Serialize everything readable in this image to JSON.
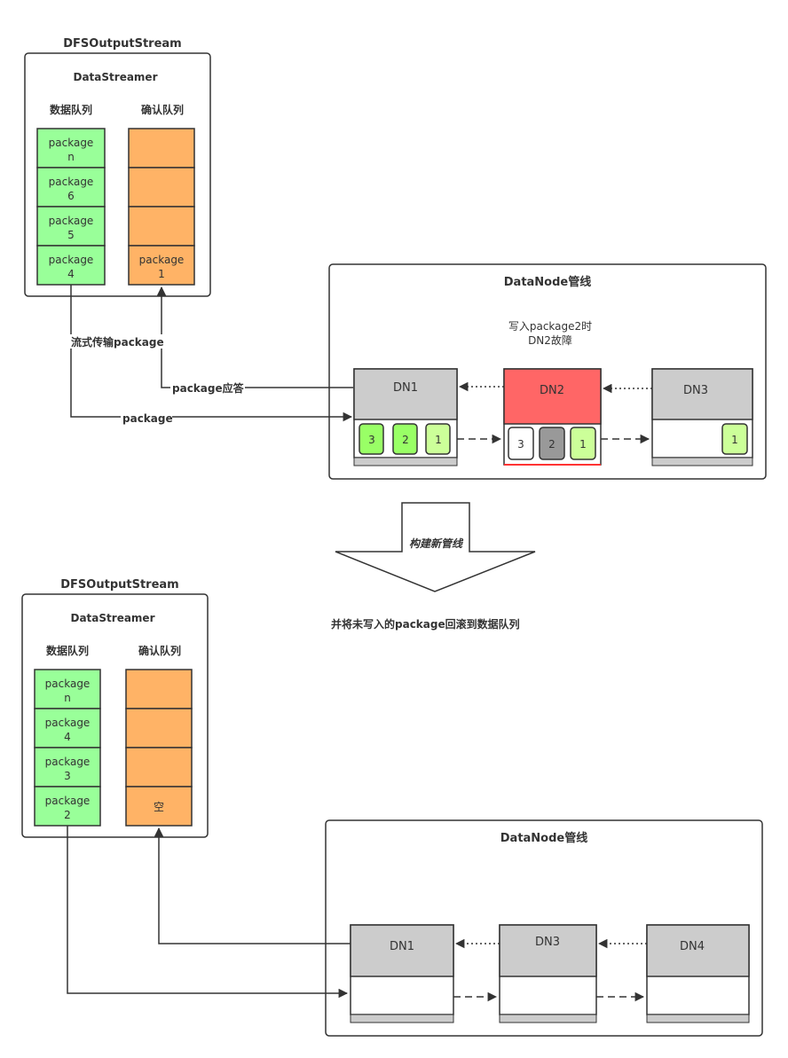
{
  "colors": {
    "green": "#99ff99",
    "orange": "#ffb366",
    "red": "#ff6666",
    "gray": "#cccccc",
    "light_green": "#ccff99",
    "bright_green": "#99ff66",
    "dark_gray": "#999999"
  },
  "top": {
    "stream_title": "DFSOutputStream",
    "streamer_title": "DataStreamer",
    "data_queue_label": "数据队列",
    "ack_queue_label": "确认队列",
    "data_queue": [
      {
        "line1": "package",
        "line2": "n"
      },
      {
        "line1": "package",
        "line2": "6"
      },
      {
        "line1": "package",
        "line2": "5"
      },
      {
        "line1": "package",
        "line2": "4"
      }
    ],
    "ack_queue": [
      {
        "line1": "",
        "line2": ""
      },
      {
        "line1": "",
        "line2": ""
      },
      {
        "line1": "",
        "line2": ""
      },
      {
        "line1": "package",
        "line2": "1"
      }
    ],
    "stream_label": "流式传输package",
    "ack_label": "package应答",
    "package_label": "package",
    "pipeline_title": "DataNode管线",
    "failure_note_line1": "写入package2时",
    "failure_note_line2": "DN2故障",
    "nodes": [
      {
        "name": "DN1",
        "packets": [
          "3",
          "2",
          "1"
        ]
      },
      {
        "name": "DN2",
        "packets": [
          "3",
          "2",
          "1"
        ]
      },
      {
        "name": "DN3",
        "packets": [
          "1"
        ]
      }
    ]
  },
  "transition": {
    "arrow_label": "构建新管线",
    "note": "并将未写入的package回滚到数据队列"
  },
  "bottom": {
    "stream_title": "DFSOutputStream",
    "streamer_title": "DataStreamer",
    "data_queue_label": "数据队列",
    "ack_queue_label": "确认队列",
    "data_queue": [
      {
        "line1": "package",
        "line2": "n"
      },
      {
        "line1": "package",
        "line2": "4"
      },
      {
        "line1": "package",
        "line2": "3"
      },
      {
        "line1": "package",
        "line2": "2"
      }
    ],
    "ack_queue": [
      {
        "line1": "",
        "line2": ""
      },
      {
        "line1": "",
        "line2": ""
      },
      {
        "line1": "",
        "line2": ""
      },
      {
        "line1": "空",
        "line2": ""
      }
    ],
    "pipeline_title": "DataNode管线",
    "nodes": [
      {
        "name": "DN1"
      },
      {
        "name": "DN3"
      },
      {
        "name": "DN4"
      }
    ]
  }
}
